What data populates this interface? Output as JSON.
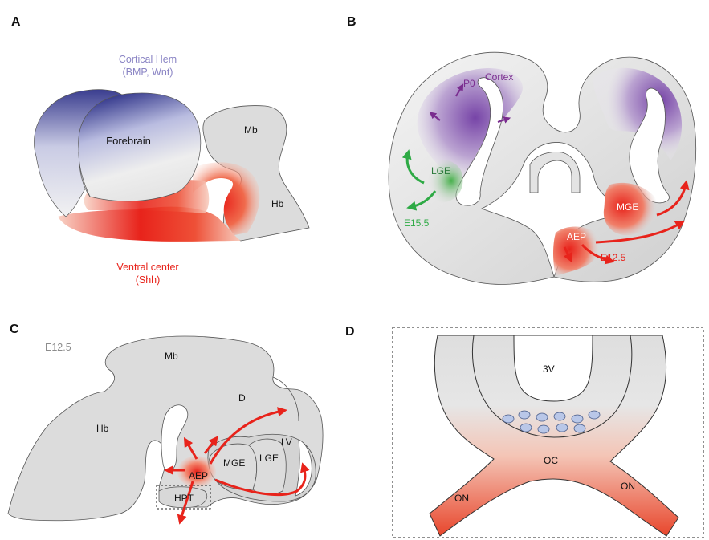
{
  "panels": {
    "A": {
      "letter": "A",
      "hem_title": "Cortical Hem",
      "hem_sub": "(BMP, Wnt)",
      "forebrain": "Forebrain",
      "mb": "Mb",
      "hb": "Hb",
      "ventral_title": "Ventral center",
      "ventral_sub": "(Shh)"
    },
    "B": {
      "letter": "B",
      "cortex": "Cortex",
      "p0": "P0",
      "lge": "LGE",
      "e155": "E15.5",
      "mge": "MGE",
      "aep": "AEP",
      "e125": "E12.5"
    },
    "C": {
      "letter": "C",
      "stage": "E12.5",
      "mb": "Mb",
      "d": "D",
      "hb": "Hb",
      "lv": "LV",
      "mge": "MGE",
      "lge": "LGE",
      "aep": "AEP",
      "hpt": "HPT"
    },
    "D": {
      "letter": "D",
      "v3": "3V",
      "oc": "OC",
      "on_left": "ON",
      "on_right": "ON"
    }
  },
  "colors": {
    "tissue_fill": "#dddddd",
    "tissue_stroke": "#333333",
    "hem_purple": "#4b3f8f",
    "cortex_purple": "#7a3fa0",
    "ventral_red": "#e8231b",
    "lge_green": "#2eaa45",
    "label_gray": "#8c8c8c"
  }
}
